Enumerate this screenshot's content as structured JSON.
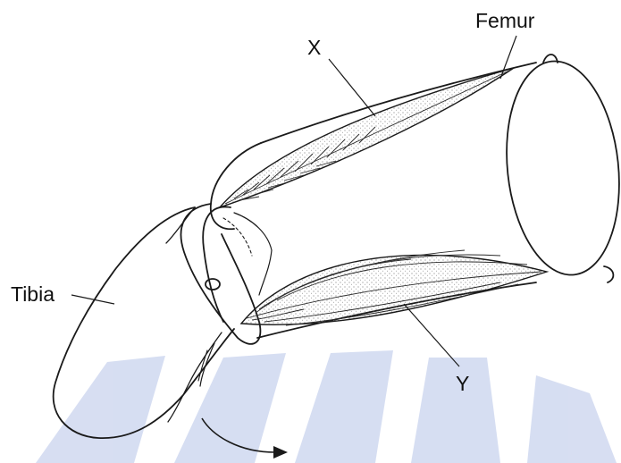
{
  "labels": {
    "femur": "Femur",
    "x": "X",
    "tibia": "Tibia",
    "y": "Y"
  },
  "colors": {
    "ink": "#1a1a1a",
    "watermark": "#c9d3ee"
  }
}
